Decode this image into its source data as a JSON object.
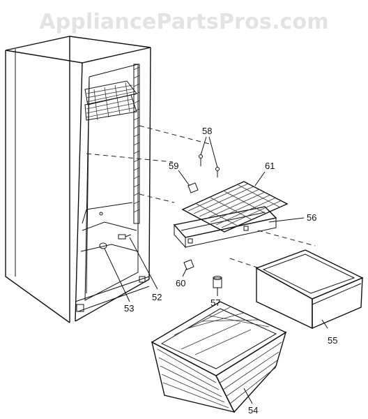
{
  "watermark": "AppliancePartsPros.com",
  "parts": {
    "p58": "58",
    "p59": "59",
    "p61": "61",
    "p56": "56",
    "p60": "60",
    "p57": "57",
    "p52": "52",
    "p53": "53",
    "p55": "55",
    "p54": "54"
  }
}
